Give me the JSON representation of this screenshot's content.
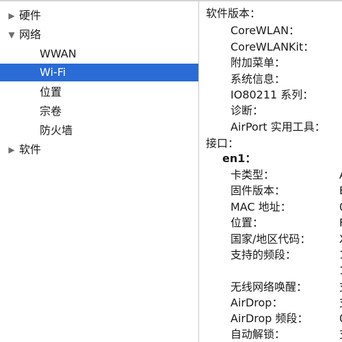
{
  "sidebar": {
    "items": [
      {
        "label": "硬件",
        "arrow": "▶"
      },
      {
        "label": "网络",
        "arrow": "▼"
      },
      {
        "label": "WWAN"
      },
      {
        "label": "Wi-Fi"
      },
      {
        "label": "位置"
      },
      {
        "label": "宗卷"
      },
      {
        "label": "防火墙"
      },
      {
        "label": "软件",
        "arrow": "▶"
      }
    ]
  },
  "detail": {
    "software_versions": "软件版本：",
    "corewlan": "CoreWLAN：",
    "corewlankit": "CoreWLANKit：",
    "menu_extra": "附加菜单：",
    "system_info": "系统信息：",
    "io80211": "IO80211 系列：",
    "diagnostics": "诊断：",
    "airport_utility": "AirPort 实用工具：",
    "interfaces": "接口：",
    "en1": "en1：",
    "card_type": "卡类型：",
    "firmware": "固件版本：",
    "mac": "MAC 地址：",
    "location": "位置：",
    "country_code": "国家/地区代码：",
    "bands": "支持的频段：",
    "wake": "无线网络唤醒：",
    "airdrop": "AirDrop：",
    "airdrop_channel": "AirDrop 频段：",
    "auto_unlock": "自动解锁：",
    "values_cut": [
      "A",
      "E",
      "0",
      "F",
      "X",
      "1",
      "1",
      "支",
      "支",
      "0",
      "支"
    ]
  }
}
